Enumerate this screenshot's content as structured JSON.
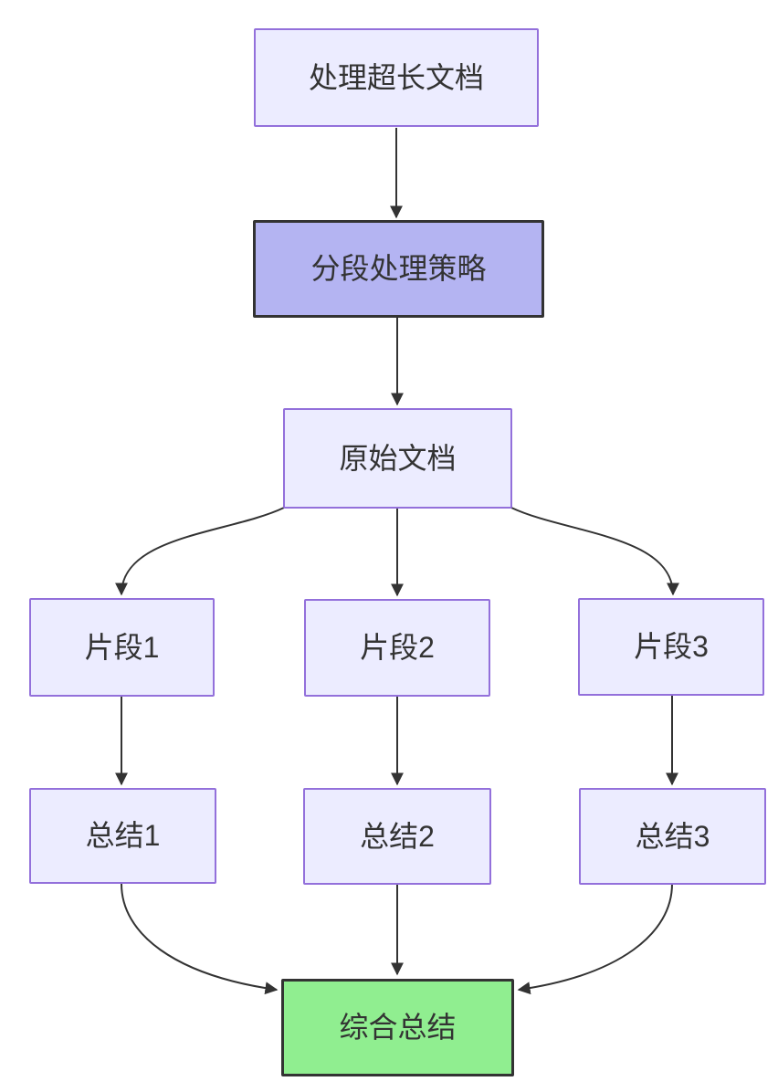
{
  "diagram": {
    "type": "flowchart-top-down",
    "background": "#ffffff",
    "nodes": [
      {
        "id": "A",
        "label": "处理超长文档",
        "kind": "default"
      },
      {
        "id": "B",
        "label": "分段处理策略",
        "kind": "highlight"
      },
      {
        "id": "C",
        "label": "原始文档",
        "kind": "default"
      },
      {
        "id": "D1",
        "label": "片段1",
        "kind": "default"
      },
      {
        "id": "D2",
        "label": "片段2",
        "kind": "default"
      },
      {
        "id": "D3",
        "label": "片段3",
        "kind": "default"
      },
      {
        "id": "E1",
        "label": "总结1",
        "kind": "default"
      },
      {
        "id": "E2",
        "label": "总结2",
        "kind": "default"
      },
      {
        "id": "E3",
        "label": "总结3",
        "kind": "default"
      },
      {
        "id": "F",
        "label": "综合总结",
        "kind": "success"
      }
    ],
    "edges": [
      {
        "from": "A",
        "to": "B"
      },
      {
        "from": "B",
        "to": "C"
      },
      {
        "from": "C",
        "to": "D1"
      },
      {
        "from": "C",
        "to": "D2"
      },
      {
        "from": "C",
        "to": "D3"
      },
      {
        "from": "D1",
        "to": "E1"
      },
      {
        "from": "D2",
        "to": "E2"
      },
      {
        "from": "D3",
        "to": "E3"
      },
      {
        "from": "E1",
        "to": "F"
      },
      {
        "from": "E2",
        "to": "F"
      },
      {
        "from": "E3",
        "to": "F"
      }
    ],
    "colors": {
      "node_fill": "#ececff",
      "node_border": "#9370db",
      "highlight_fill": "#b4b4f2",
      "highlight_border": "#333333",
      "success_fill": "#90ee90",
      "success_border": "#333333",
      "edge": "#333333",
      "text": "#333333"
    }
  }
}
